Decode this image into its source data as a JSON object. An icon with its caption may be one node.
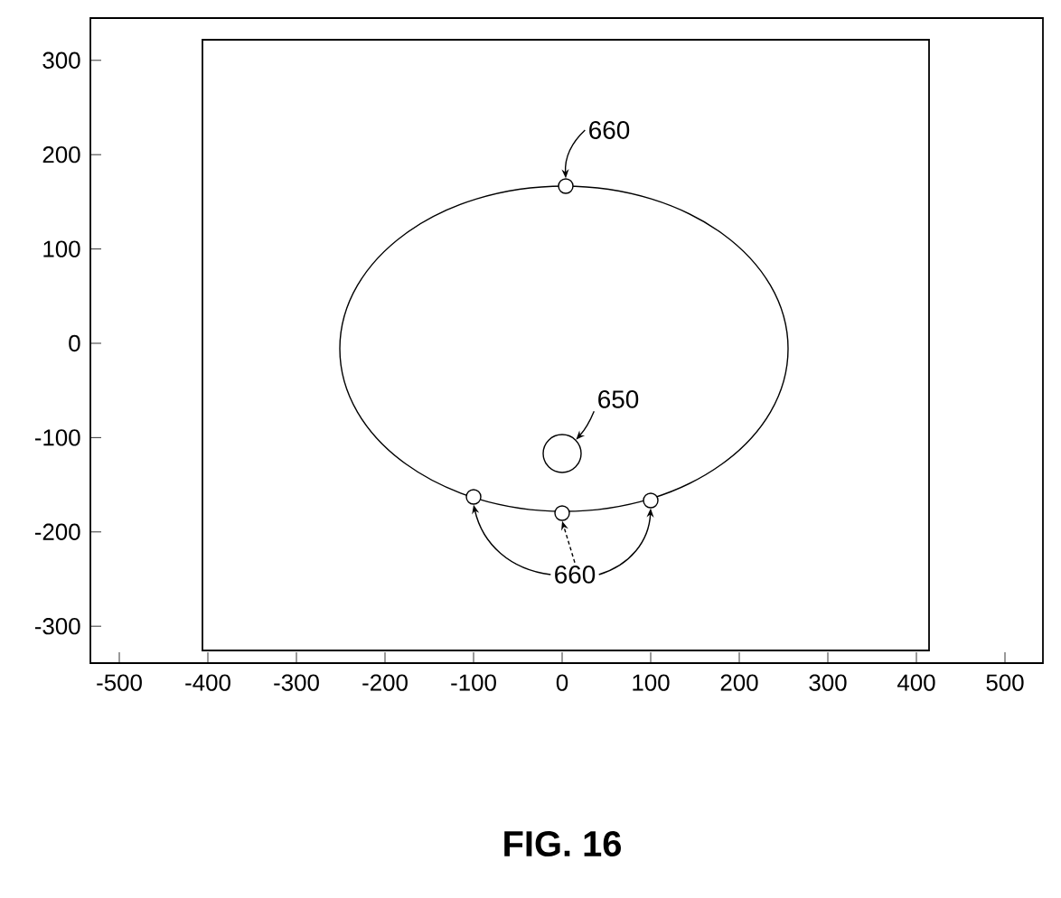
{
  "diagram": {
    "caption": "FIG. 16",
    "nodes": [
      {
        "text": [
          "660"
        ]
      },
      {
        "text": [
          "650"
        ]
      },
      {
        "text": [
          "660"
        ]
      },
      {
        "text": [],
        "shape": "circle"
      },
      {
        "text": [],
        "shape": "circle"
      },
      {
        "text": [],
        "shape": "circle"
      },
      {
        "text": [],
        "shape": "circle"
      },
      {
        "text": [],
        "shape": "circle"
      }
    ],
    "edges": [
      {
        "from": 0,
        "to": 3,
        "arrow": "to"
      },
      {
        "from": 1,
        "to": 4,
        "arrow": "to"
      },
      {
        "from": 2,
        "to": 5,
        "arrow": "to"
      },
      {
        "from": 2,
        "to": 6,
        "arrow": "to",
        "style": "dashed"
      },
      {
        "from": 2,
        "to": 7,
        "arrow": "to"
      }
    ],
    "labels": [
      "300",
      "200",
      "100",
      "0",
      "-100",
      "-200",
      "-300",
      "-500",
      "-400",
      "-300",
      "-200",
      "-100",
      "0",
      "100",
      "200",
      "300",
      "400",
      "500"
    ]
  }
}
